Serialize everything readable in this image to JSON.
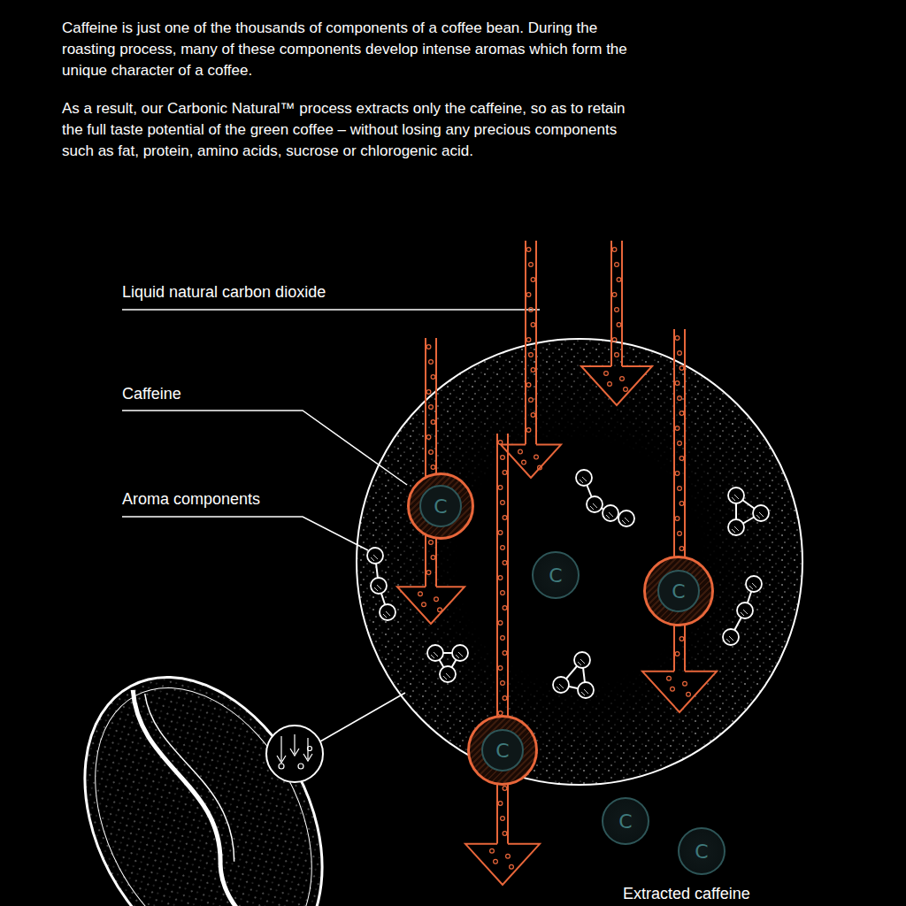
{
  "diagram": {
    "nodes": [
      {
        "text": [
          "C"
        ]
      },
      {
        "text": [
          "C"
        ]
      },
      {
        "text": [
          "C"
        ]
      },
      {
        "text": [
          "C"
        ]
      },
      {
        "text": [
          "C"
        ]
      },
      {
        "text": [
          "C"
        ]
      }
    ],
    "labels": [
      "Caffeine is just one of the thousands of components of a coffee bean. During the roasting process, many of these components develop intense aromas which form the unique character of a coffee.",
      "As a result, our Carbonic Natural™ process extracts only the caffeine, so as to retain the full taste potential of the green coffee – without losing any precious components such as fat, protein, amino acids, sucrose or chlorogenic acid.",
      "Liquid natural carbon dioxide",
      "Caffeine",
      "Aroma components",
      "Extracted caffeine"
    ]
  }
}
